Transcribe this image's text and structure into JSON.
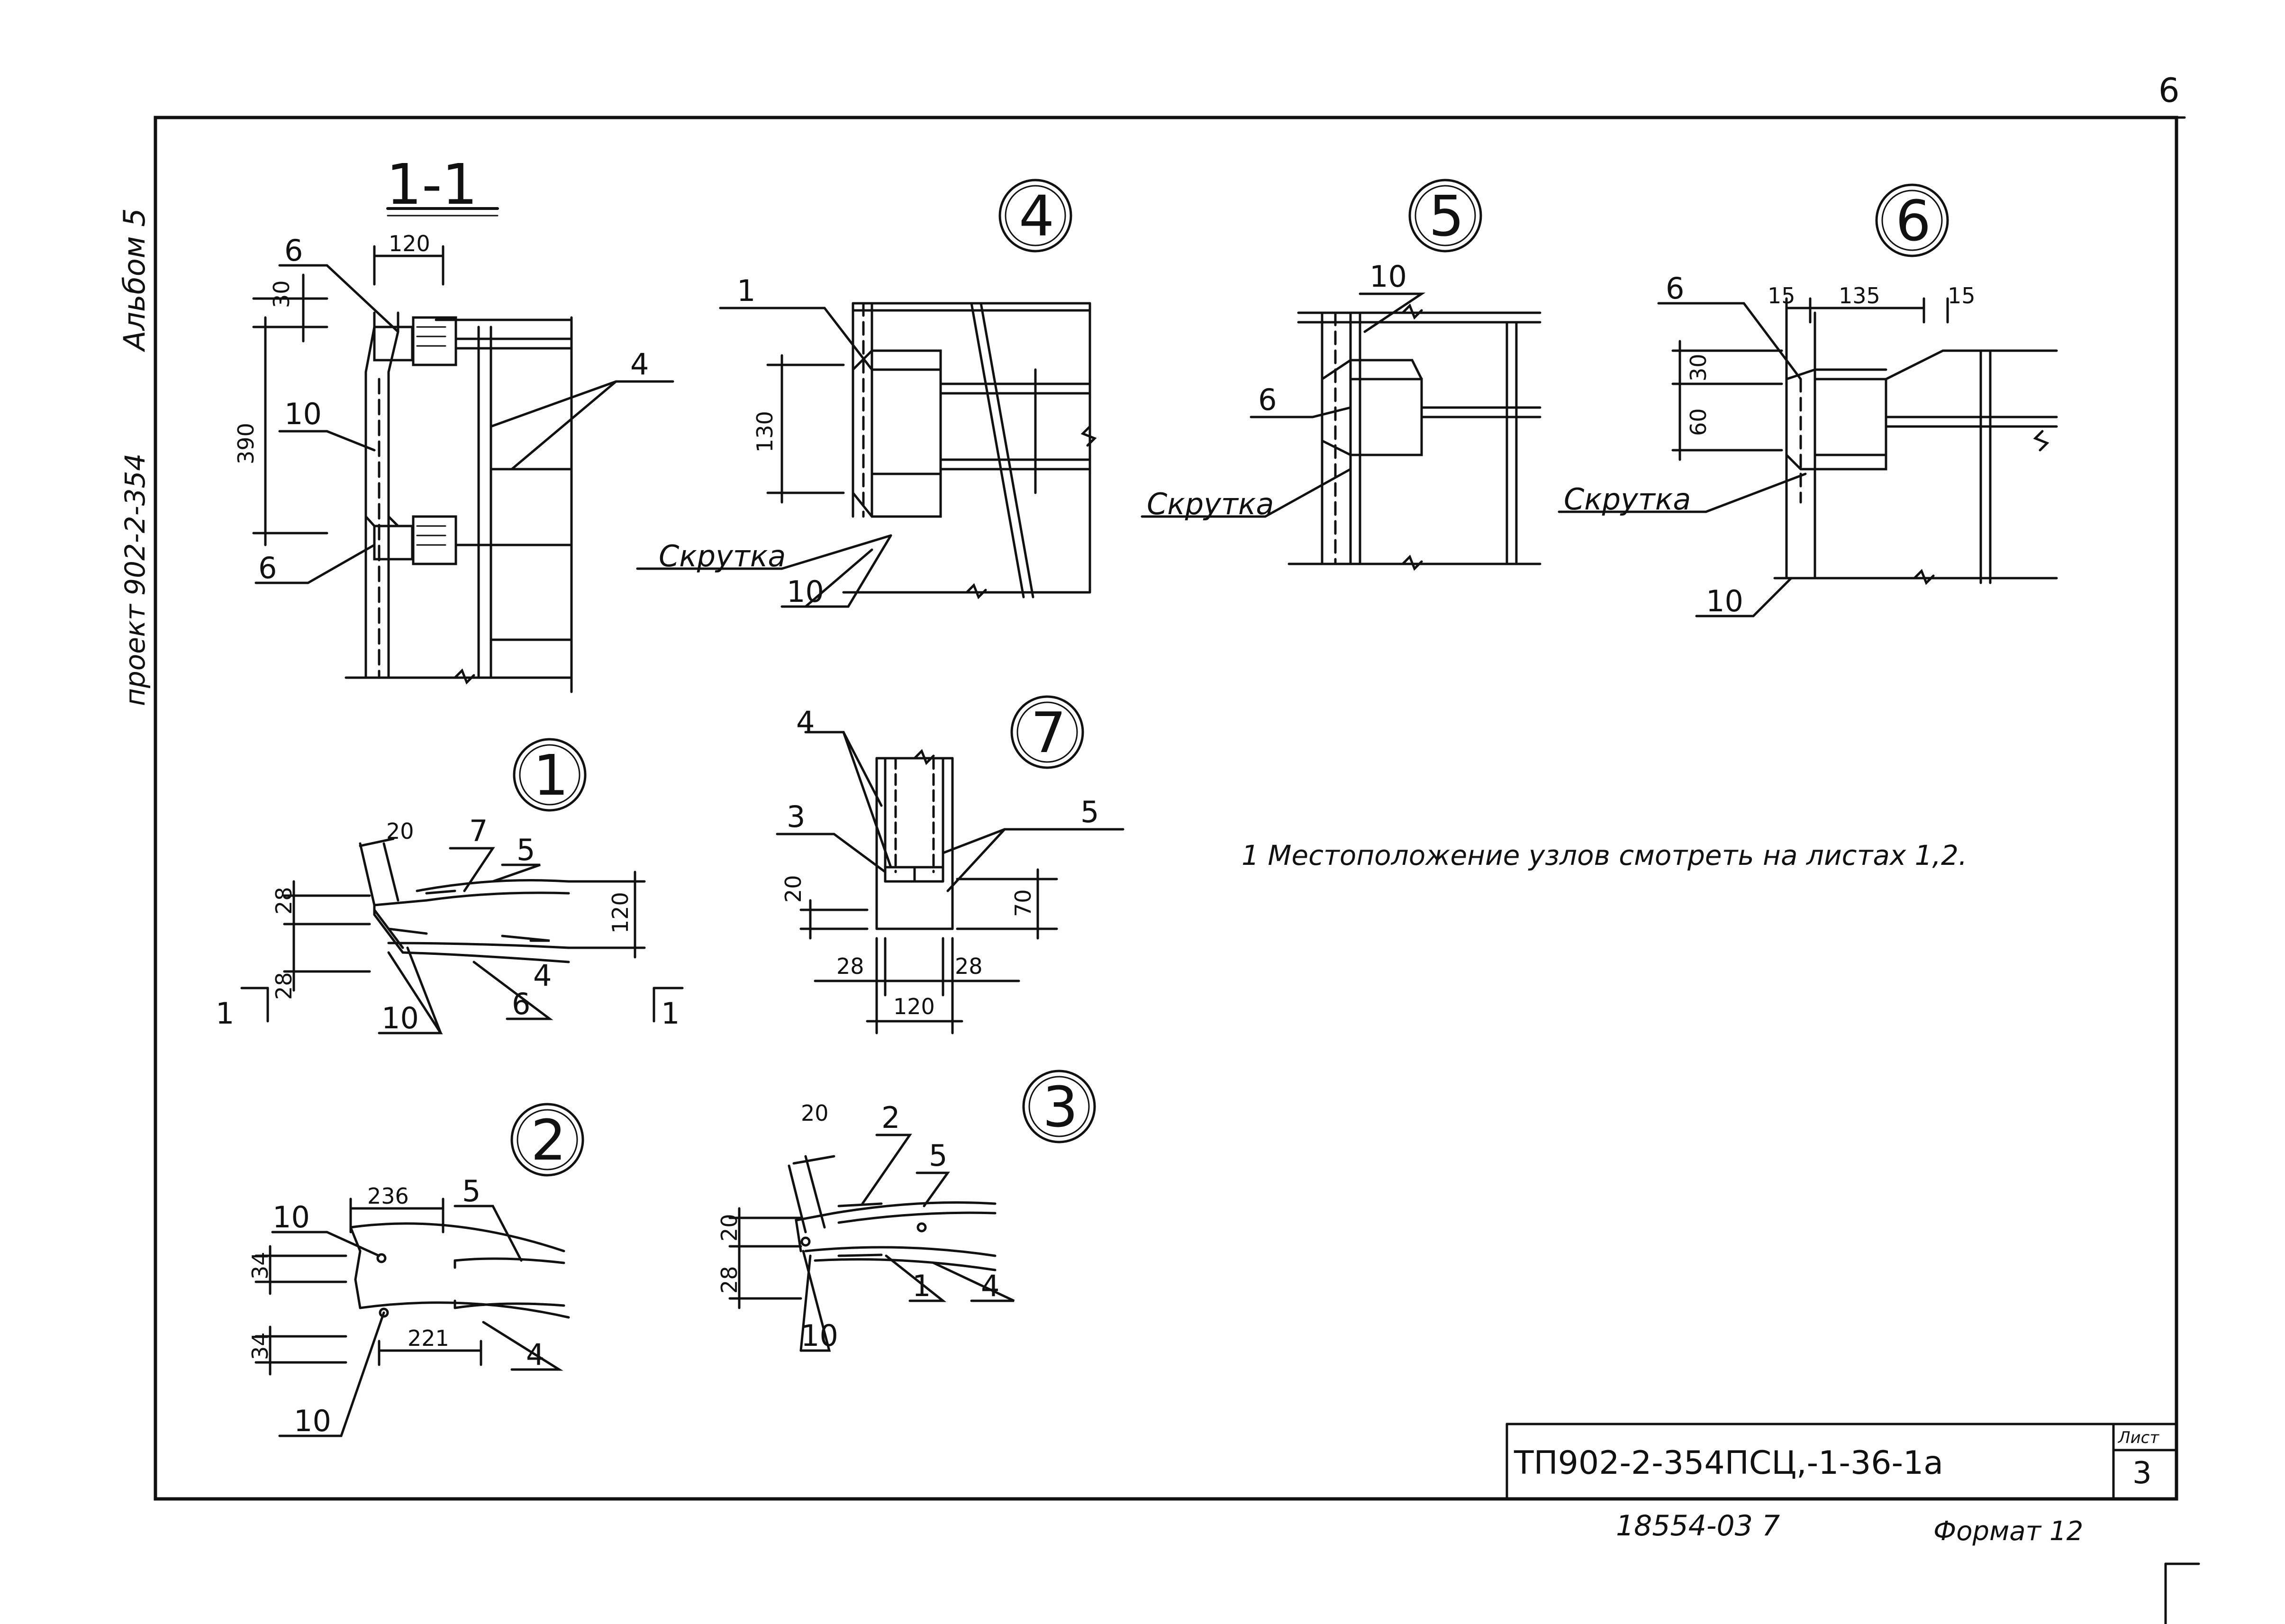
{
  "page_number": "6",
  "side_notes": {
    "album": "Альбом 5",
    "project": "проект 902-2-354"
  },
  "section": {
    "label": "1-1"
  },
  "node_labels": [
    "4",
    "5",
    "6",
    "1",
    "7",
    "2",
    "3"
  ],
  "detail_1_1": {
    "d120": "120",
    "d30": "30",
    "d390": "390",
    "p6a": "6",
    "p10": "10",
    "p4": "4",
    "p6b": "6"
  },
  "node_4": {
    "p1": "1",
    "d130": "130",
    "twist": "Скрутка",
    "p10": "10"
  },
  "node_5": {
    "p10": "10",
    "p6": "6",
    "twist": "Скрутка"
  },
  "node_6": {
    "p6": "6",
    "d15a": "15",
    "d135": "135",
    "d15b": "15",
    "d30": "30",
    "d60": "60",
    "twist": "Скрутка",
    "p10": "10"
  },
  "node_1": {
    "d20": "20",
    "p7": "7",
    "p5": "5",
    "d28a": "28",
    "d120": "120",
    "d28b": "28",
    "p4": "4",
    "p10": "10",
    "p6": "6",
    "cut_left": "1",
    "cut_right": "1"
  },
  "node_7": {
    "p4": "4",
    "p3": "3",
    "p5": "5",
    "d20": "20",
    "d70": "70",
    "d28a": "28",
    "d28b": "28",
    "d120": "120"
  },
  "node_2": {
    "p10a": "10",
    "d236": "236",
    "p5": "5",
    "d34a": "34",
    "d34b": "34",
    "d221": "221",
    "p4": "4",
    "p10b": "10"
  },
  "node_3": {
    "d20a": "20",
    "p2": "2",
    "p5": "5",
    "d20b": "20",
    "d28": "28",
    "p10": "10",
    "p1": "1",
    "p4": "4"
  },
  "note": "1 Местоположение узлов смотреть на листах 1,2.",
  "title_block": {
    "code": "ТП902-2-354ПСЦ,-1-36-1а",
    "sheet_label": "Лист",
    "sheet_number": "3"
  },
  "footer": {
    "inventory": "18554-03 7",
    "format": "Формат 12"
  }
}
